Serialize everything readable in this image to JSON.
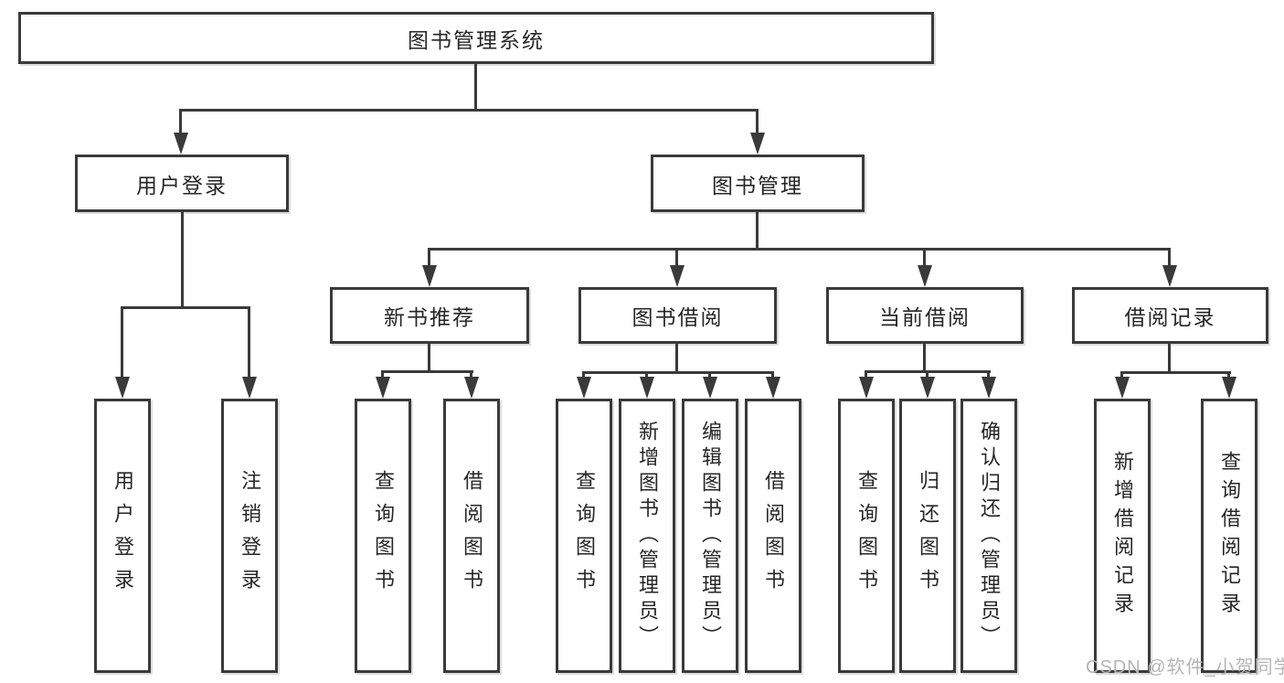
{
  "diagram": {
    "type": "hierarchy-tree",
    "orientation": "top-down",
    "tree": {
      "label": "图书管理系统",
      "children": [
        {
          "label": "用户登录",
          "children": [
            {
              "label": "用户登录"
            },
            {
              "label": "注销登录"
            }
          ]
        },
        {
          "label": "图书管理",
          "children": [
            {
              "label": "新书推荐",
              "children": [
                {
                  "label": "查询图书"
                },
                {
                  "label": "借阅图书"
                }
              ]
            },
            {
              "label": "图书借阅",
              "children": [
                {
                  "label": "查询图书"
                },
                {
                  "label": "新增图书（管理员）"
                },
                {
                  "label": "编辑图书（管理员）"
                },
                {
                  "label": "借阅图书"
                }
              ]
            },
            {
              "label": "当前借阅",
              "children": [
                {
                  "label": "查询图书"
                },
                {
                  "label": "归还图书"
                },
                {
                  "label": "确认归还（管理员）"
                }
              ]
            },
            {
              "label": "借阅记录",
              "children": [
                {
                  "label": "新增借阅记录"
                },
                {
                  "label": "查询借阅记录"
                }
              ]
            }
          ]
        }
      ]
    },
    "colors": {
      "line": "#3a3a3a",
      "text": "#262626",
      "background": "#ffffff",
      "watermark": "#b5b5b5"
    }
  },
  "watermark": {
    "text": "CSDN @软件_小贺同学"
  }
}
